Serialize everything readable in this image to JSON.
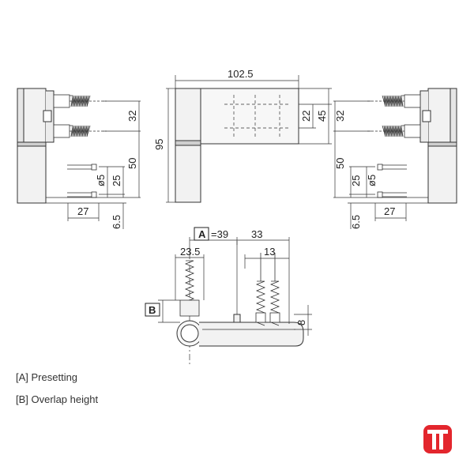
{
  "dimensions": {
    "top_width": "102.5",
    "height_95": "95",
    "d22": "22",
    "d45": "45",
    "left_32": "32",
    "left_50": "50",
    "left_25": "25",
    "left_o5": "ø5",
    "left_27": "27",
    "left_65": "6.5",
    "right_32": "32",
    "right_50": "50",
    "right_25": "25",
    "right_o5": "ø5",
    "right_27": "27",
    "right_65": "6.5",
    "a_eq": "=39",
    "d33": "33",
    "d235": "23.5",
    "d13": "13",
    "d8": "8"
  },
  "labels": {
    "a_box": "A",
    "b_box": "B"
  },
  "captions": {
    "presetting": "[A] Presetting",
    "overlap": "[B] Overlap height"
  },
  "colors": {
    "line": "#333333",
    "part_fill": "#f2f2f2",
    "logo_red": "#e3262d"
  }
}
